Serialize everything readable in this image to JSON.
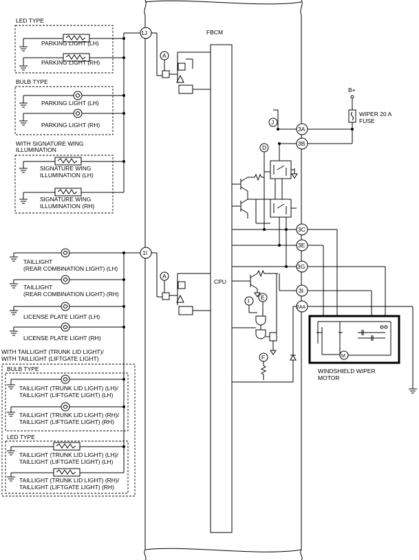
{
  "module_label": "FBCM",
  "cpu_label": "CPU",
  "groups": {
    "led_type": "LED TYPE",
    "bulb_type": "BULB TYPE",
    "signature_l1": "WITH SIGNATURE WING",
    "signature_l2": "ILLUMINATION",
    "trunk_l1": "WITH TAILLIGHT (TRUNK LID LIGHT)/",
    "trunk_l2": "WITH TAILLIGHT (LIFTGATE LIGHT)",
    "trunk_bulb": "BULB TYPE",
    "trunk_led": "LED TYPE"
  },
  "lights": {
    "parking_led_lh": "PARKING LIGHT (LH)",
    "parking_led_rh": "PARKING LIGHT (RH)",
    "parking_bulb_lh": "PARKING LIGHT (LH)",
    "parking_bulb_rh": "PARKING LIGHT (RH)",
    "sig_lh_1": "SIGNATURE WING",
    "sig_lh_2": "ILLUMINATION (LH)",
    "sig_rh_1": "SIGNATURE WING",
    "sig_rh_2": "ILLUMINATION (RH)",
    "tail_lh_1": "TAILLIGHT",
    "tail_lh_2": "(REAR COMBINATION LIGHT) (LH)",
    "tail_rh_1": "TAILLIGHT",
    "tail_rh_2": "(REAR COMBINATION LIGHT) (RH)",
    "license_lh": "LICENSE PLATE LIGHT (LH)",
    "license_rh": "LICENSE PLATE LIGHT (RH)",
    "tb_lh_1": "TAILLIGHT (TRUNK LID LIGHT) (LH)/",
    "tb_lh_2": "TAILLIGHT (LIFTGATE LIGHT) (LH)",
    "tb_rh_1": "TAILLIGHT (TRUNK LID LIGHT) (RH)/",
    "tb_rh_2": "TAILLIGHT (LIFTGATE LIGHT) (RH)",
    "tl_lh_1": "TAILLIGHT (TRUNK LID LIGHT) (LH)/",
    "tl_lh_2": "TAILLIGHT (LIFTGATE LIGHT) (LH)",
    "tl_rh_1": "TAILLIGHT (TRUNK LID LIGHT) (RH)/",
    "tl_rh_2": "TAILLIGHT (LIFTGATE LIGHT) (RH)"
  },
  "connectors": {
    "c1j": "1J",
    "c1i": "1I",
    "c3a": "3A",
    "c3b": "3B",
    "c3c": "3C",
    "c3e": "3E",
    "c3g": "3G",
    "c3i": "3I",
    "c2aa": "2AA"
  },
  "refs": {
    "a1": "A",
    "a2": "A",
    "j": "J",
    "d": "D",
    "e": "E",
    "i": "I",
    "f": "F"
  },
  "power": {
    "bplus": "B+",
    "fuse_l1": "WIPER 20 A",
    "fuse_l2": "FUSE"
  },
  "motor": {
    "label_l1": "WINDSHIELD WIPER",
    "label_l2": "MOTOR",
    "symbol": "M"
  }
}
